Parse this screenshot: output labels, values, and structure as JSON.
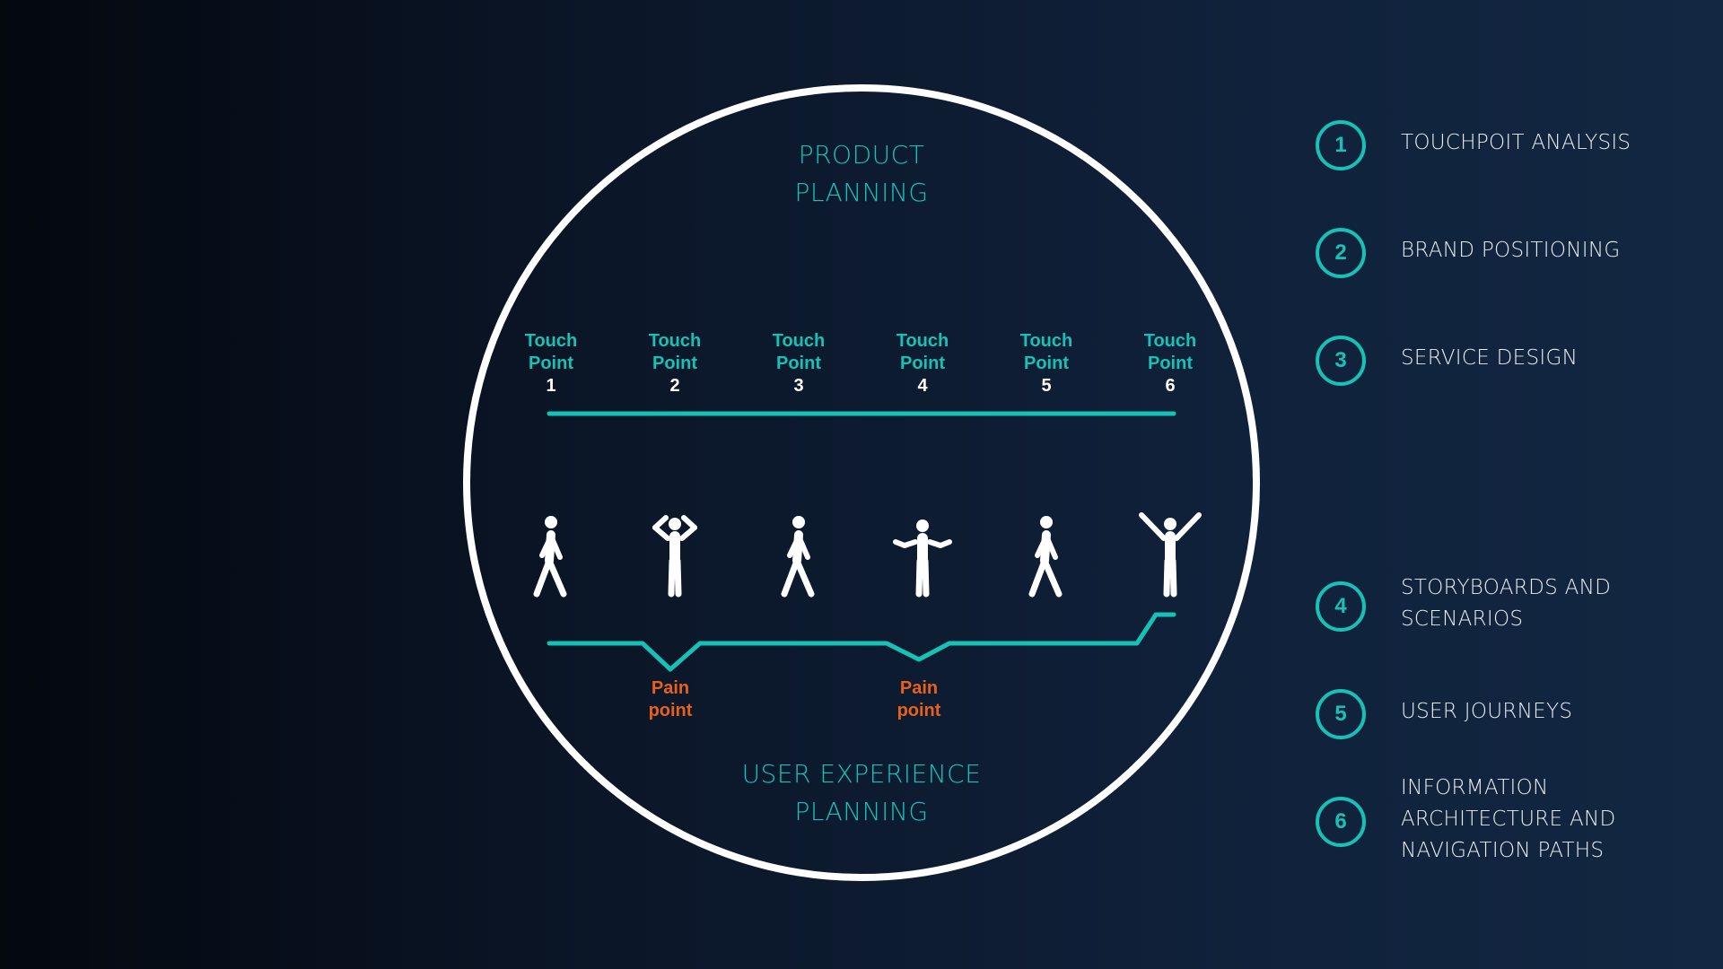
{
  "diagram": {
    "top_title": [
      "PRODUCT",
      "PLANNING"
    ],
    "bottom_title": [
      "USER EXPERIENCE",
      "PLANNING"
    ],
    "touch_points": [
      {
        "line1": "Touch",
        "line2": "Point",
        "number": "1",
        "figure": "walking-person-icon"
      },
      {
        "line1": "Touch",
        "line2": "Point",
        "number": "2",
        "figure": "frustrated-person-icon"
      },
      {
        "line1": "Touch",
        "line2": "Point",
        "number": "3",
        "figure": "walking-person-icon"
      },
      {
        "line1": "Touch",
        "line2": "Point",
        "number": "4",
        "figure": "shrugging-person-icon"
      },
      {
        "line1": "Touch",
        "line2": "Point",
        "number": "5",
        "figure": "walking-person-icon"
      },
      {
        "line1": "Touch",
        "line2": "Point",
        "number": "6",
        "figure": "cheering-person-icon"
      }
    ],
    "pain_points": [
      {
        "line1": "Pain",
        "line2": "point"
      },
      {
        "line1": "Pain",
        "line2": "point"
      }
    ]
  },
  "list": [
    {
      "number": "1",
      "lines": [
        "TOUCHPOIT ANALYSIS"
      ]
    },
    {
      "number": "2",
      "lines": [
        "BRAND POSITIONING"
      ]
    },
    {
      "number": "3",
      "lines": [
        "SERVICE DESIGN"
      ]
    },
    {
      "number": "4",
      "lines": [
        "STORYBOARDS AND",
        "SCENARIOS"
      ]
    },
    {
      "number": "5",
      "lines": [
        "USER JOURNEYS"
      ]
    },
    {
      "number": "6",
      "lines": [
        "INFORMATION",
        "ARCHITECTURE AND",
        "NAVIGATION PATHS"
      ]
    }
  ],
  "colors": {
    "accent": "#16c2b6",
    "pain": "#e8601c",
    "circle": "#ffffff",
    "text": "#e8edf3"
  }
}
